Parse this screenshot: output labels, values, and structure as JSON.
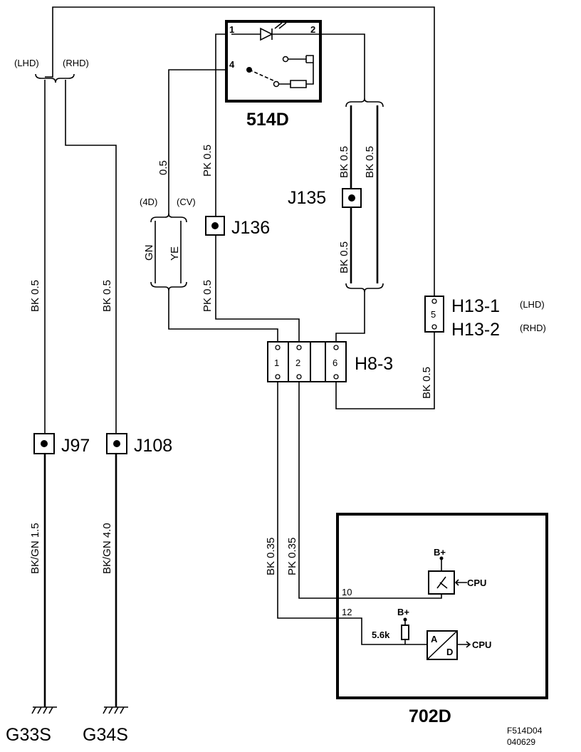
{
  "components": {
    "switch_514d": "514D",
    "module_702d": "702D"
  },
  "pins_514d": {
    "p1": "1",
    "p2": "2",
    "p4": "4"
  },
  "connectors": {
    "h8_3": {
      "label": "H8-3",
      "pins": [
        "1",
        "2",
        "6"
      ]
    },
    "h13": {
      "pin": "5",
      "label1": "H13-1",
      "note1": "(LHD)",
      "label2": "H13-2",
      "note2": "(RHD)"
    }
  },
  "junctions": {
    "j97": "J97",
    "j108": "J108",
    "j135": "J135",
    "j136": "J136"
  },
  "grounds": {
    "g33s": "G33S",
    "g34s": "G34S"
  },
  "variants": {
    "lhd": "(LHD)",
    "rhd": "(RHD)",
    "four_door": "(4D)",
    "cv": "(CV)"
  },
  "wires": {
    "bk05_left": "BK  0.5",
    "bk05_mid": "BK  0.5",
    "bkgn15": "BK/GN  1.5",
    "bkgn40": "BK/GN  4.0",
    "pk05_upper": "PK  0.5",
    "pk05_lower": "PK  0.5",
    "w05": "0.5",
    "gn": "GN",
    "ye": "YE",
    "bk05_j135_a": "BK  0.5",
    "bk05_j135_b": "BK  0.5",
    "bk05_j135_c": "BK  0.5",
    "bk05_h13": "BK  0.5",
    "bk035": "BK  0.35",
    "pk035": "PK  0.35"
  },
  "module": {
    "pin10": "10",
    "pin12": "12",
    "bplus_1": "B+",
    "bplus_2": "B+",
    "resistor": "5.6k",
    "cpu_1": "CPU",
    "cpu_2": "CPU",
    "adc_a": "A",
    "adc_d": "D"
  },
  "figure": {
    "code": "F514D04",
    "date": "040629"
  }
}
